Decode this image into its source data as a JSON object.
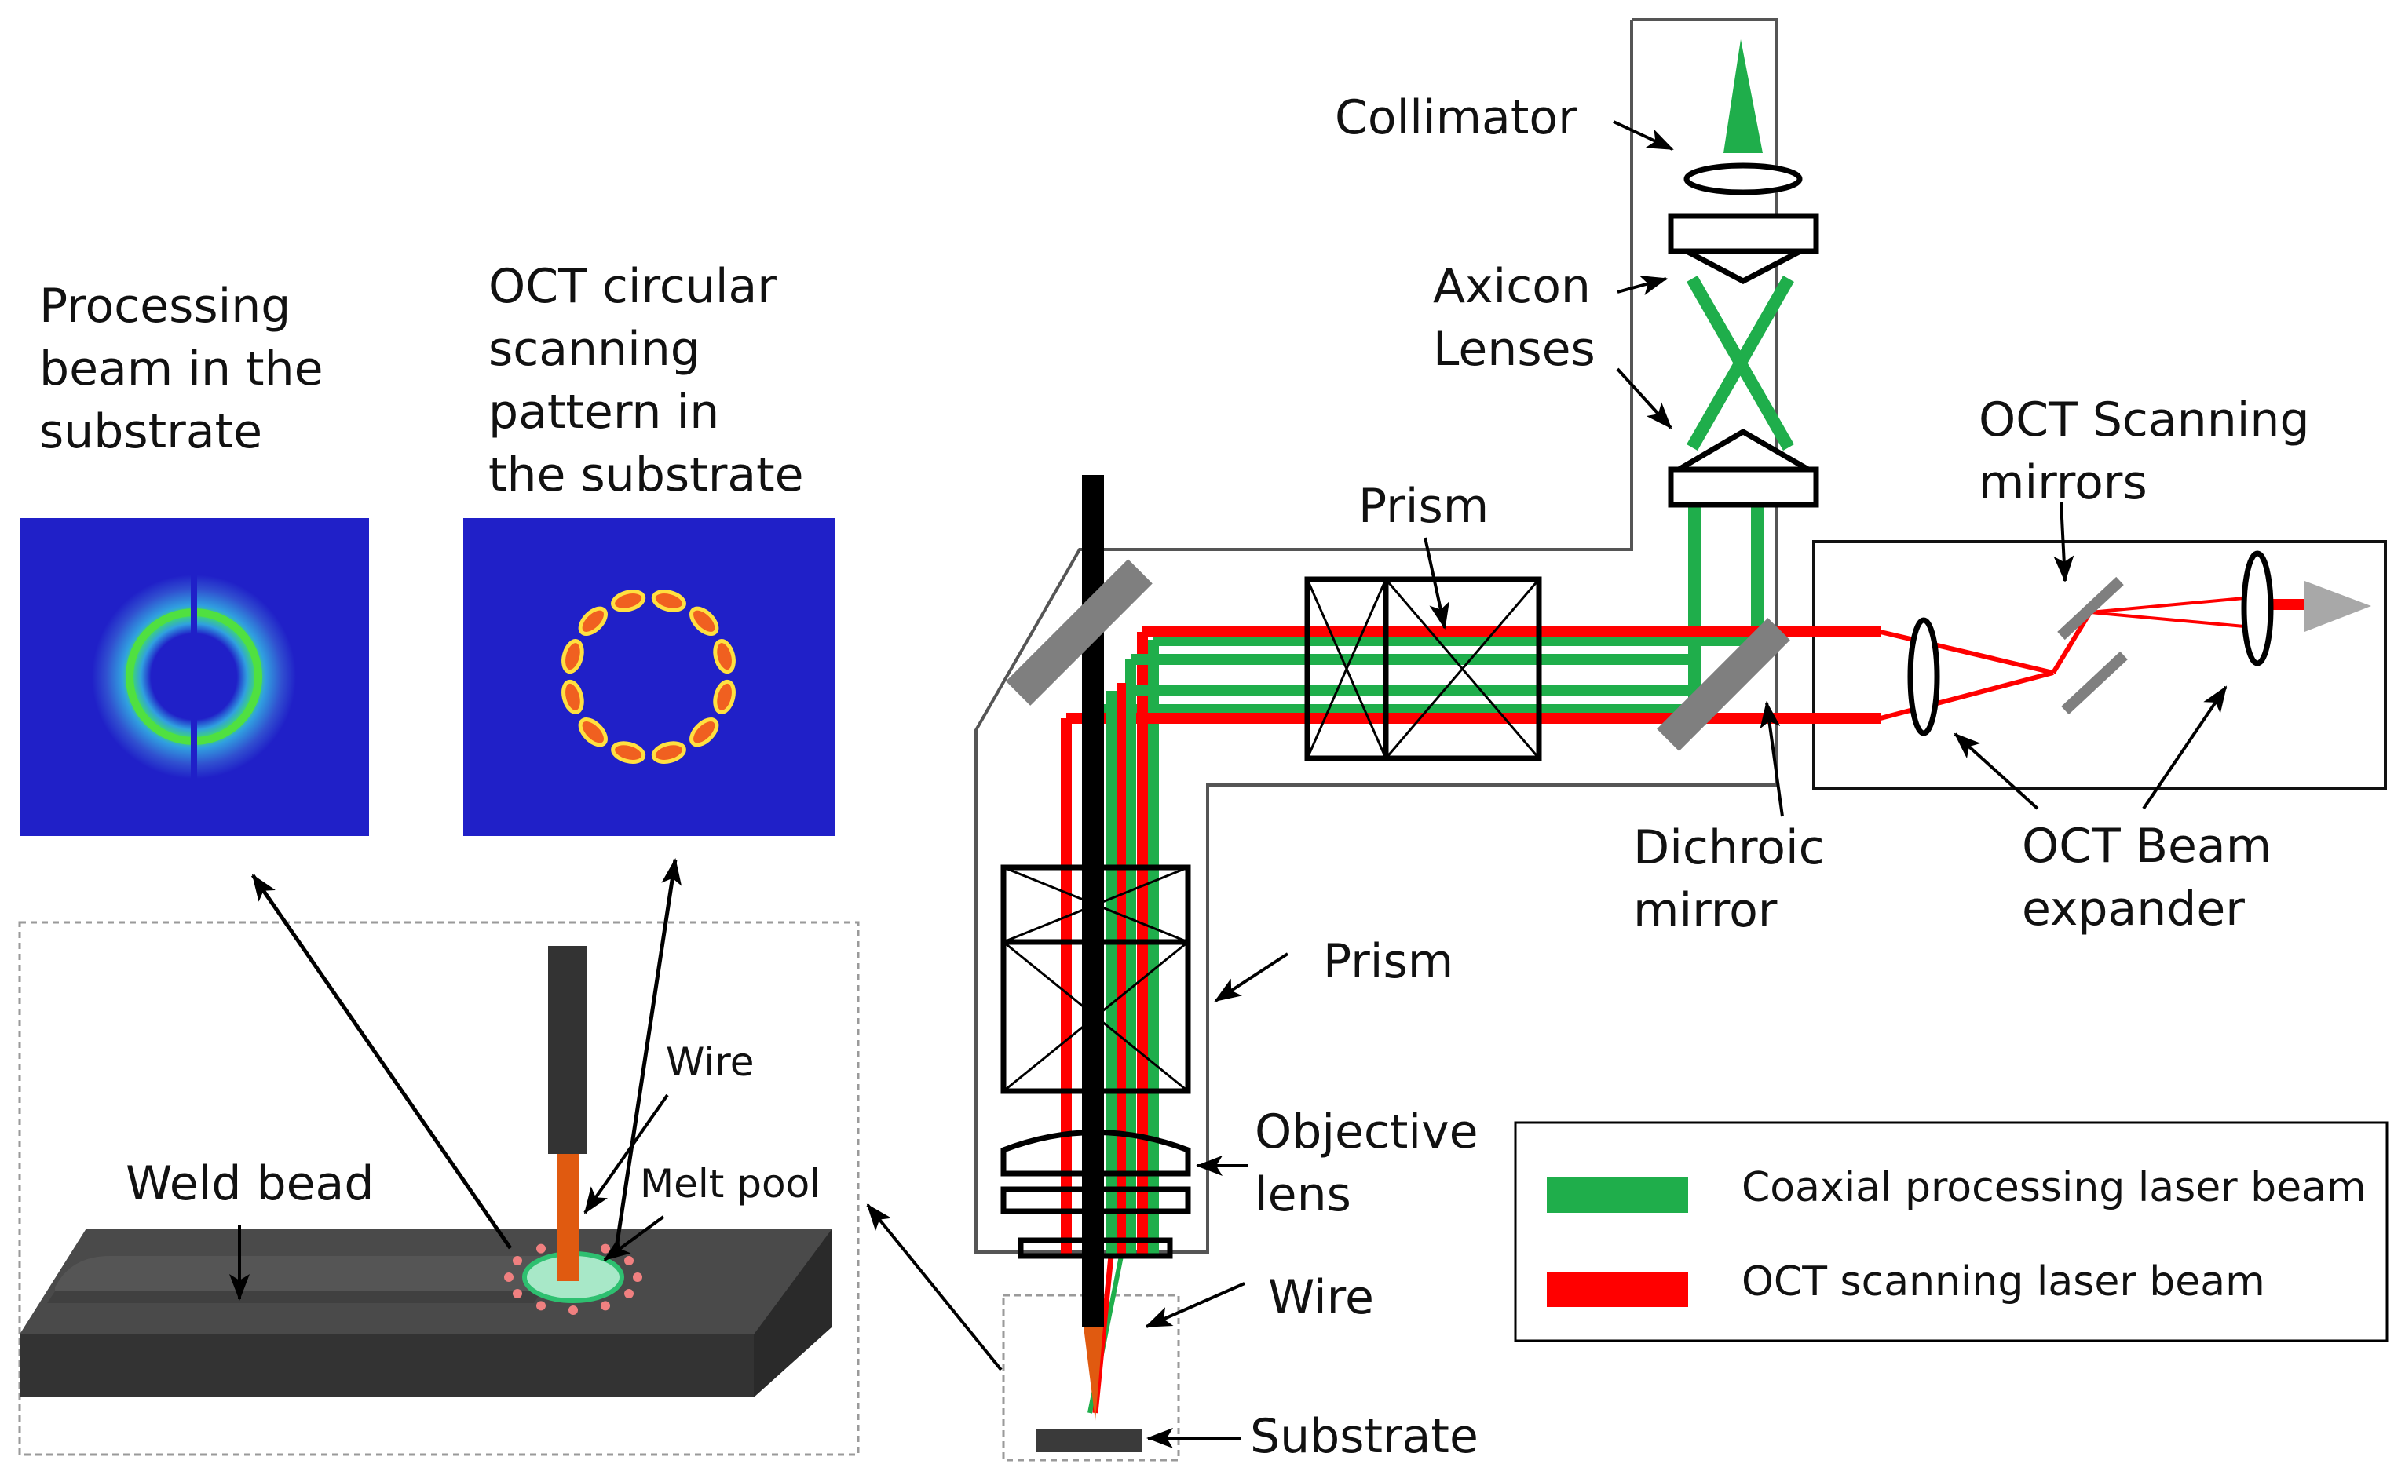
{
  "labels": {
    "processing_beam": [
      "Processing",
      "beam in the",
      "substrate"
    ],
    "oct_pattern": [
      "OCT circular",
      "scanning",
      "pattern in",
      "the substrate"
    ],
    "collimator": "Collimator",
    "axicon": [
      "Axicon",
      "Lenses"
    ],
    "prism_top": "Prism",
    "prism_side": "Prism",
    "oct_mirrors": [
      "OCT Scanning",
      "mirrors"
    ],
    "dichroic": [
      "Dichroic",
      "mirror"
    ],
    "oct_expander": [
      "OCT Beam",
      "expander"
    ],
    "objective": [
      "Objective",
      "lens"
    ],
    "wire_right": "Wire",
    "substrate": "Substrate",
    "wire_inset": "Wire",
    "melt_pool": "Melt pool",
    "weld_bead": "Weld bead"
  },
  "legend": [
    {
      "label": "Coaxial processing laser beam",
      "color": "#1fae4b"
    },
    {
      "label": "OCT scanning laser beam",
      "color": "#ff0000"
    }
  ],
  "colors": {
    "green_beam": "#1fae4b",
    "red_beam": "#ff0000",
    "image_bg": "#2020c8",
    "mirror_gray": "#7f7f7f"
  }
}
